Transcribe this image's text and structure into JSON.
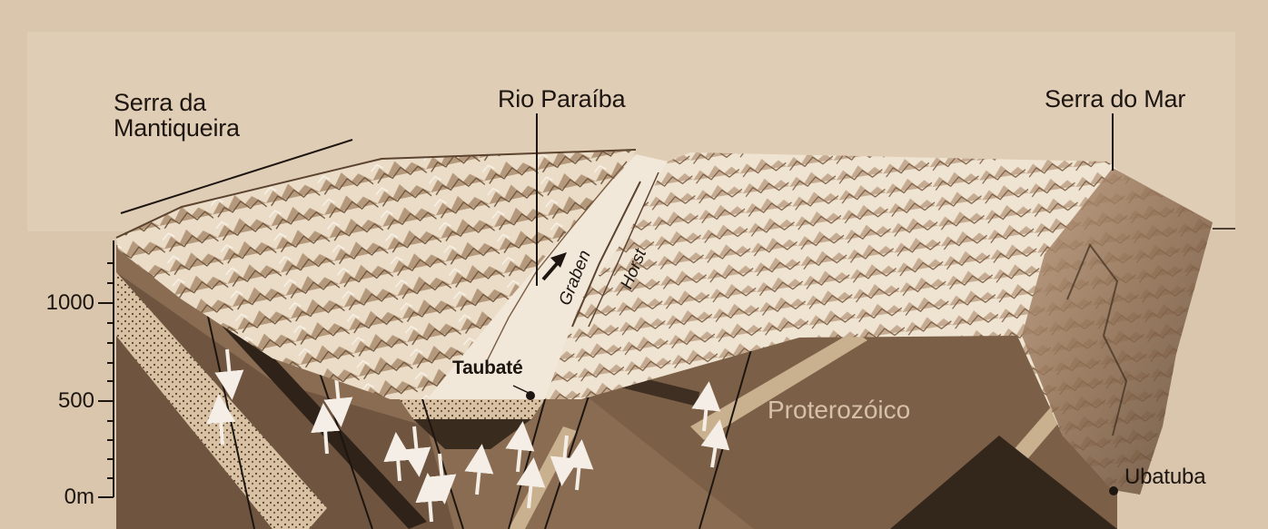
{
  "labels": {
    "serra_mantiqueira": "Serra da Mantiqueira",
    "rio_paraiba": "Rio Paraíba",
    "serra_do_mar": "Serra do Mar",
    "graben": "Graben",
    "horst": "Horst",
    "taubate": "Taubaté",
    "proterozoico": "Proterozóico",
    "ubatuba": "Ubatuba"
  },
  "scale": {
    "ticks": [
      "1000",
      "500",
      "0m"
    ]
  },
  "colors": {
    "background": "#d9c6ad",
    "section_dark": "#6f5540",
    "section_mid": "#8a6c52",
    "surface_light": "#efe4d4",
    "surface_shadow": "#8b6b4f",
    "layer_band": "#c9b08e",
    "text": "#1d1510"
  }
}
